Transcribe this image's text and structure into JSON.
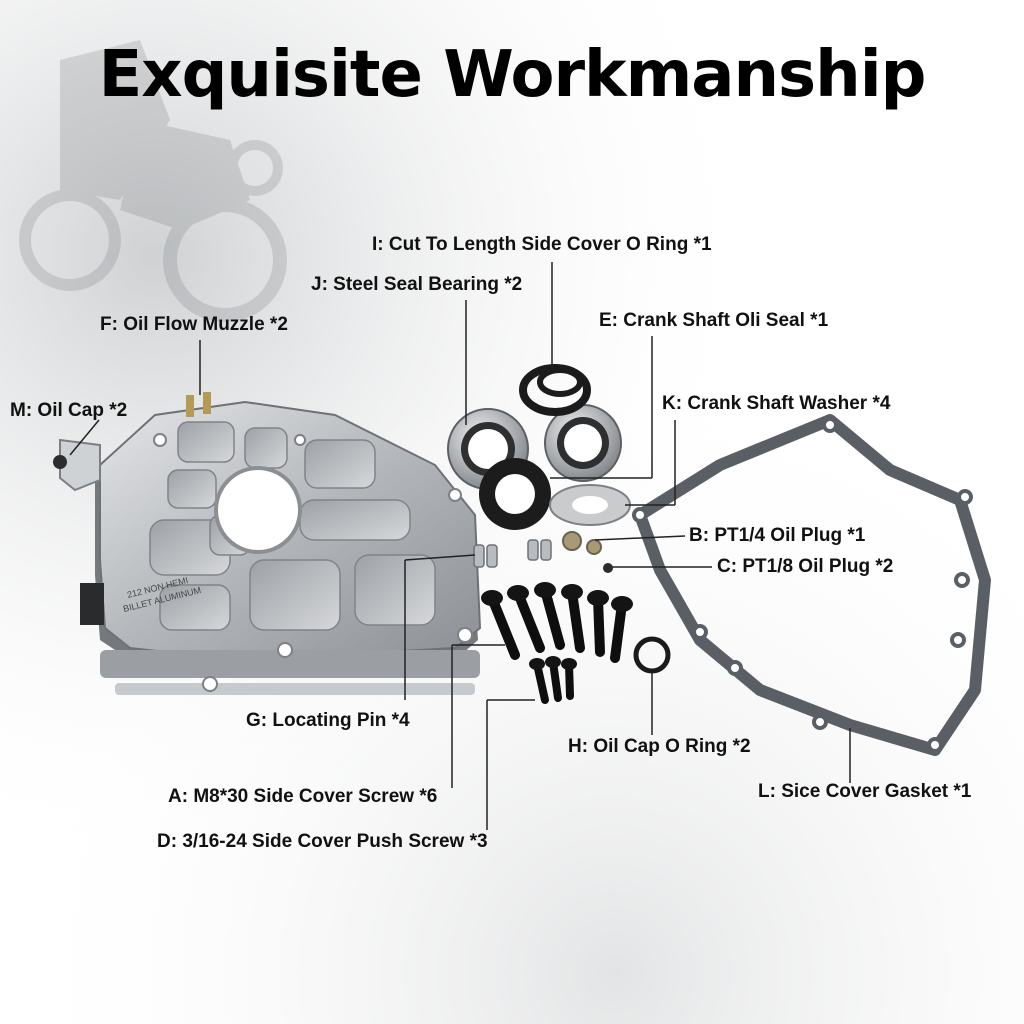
{
  "title": "Exquisite Workmanship",
  "engraving": {
    "line1": "212 NON HEMI",
    "line2": "BILLET ALUMINUM"
  },
  "labels": {
    "i": "I: Cut To Length Side Cover O Ring *1",
    "j": "J: Steel Seal Bearing *2",
    "f": "F: Oil Flow Muzzle *2",
    "e": "E: Crank Shaft Oli Seal *1",
    "m": "M: Oil Cap *2",
    "k": "K: Crank Shaft Washer *4",
    "b": "B: PT1/4 Oil Plug *1",
    "c": "C: PT1/8 Oil Plug *2",
    "g": "G: Locating Pin *4",
    "h": "H: Oil Cap O Ring *2",
    "a": "A: M8*30 Side Cover Screw *6",
    "l": "L: Sice Cover Gasket *1",
    "d": "D: 3/16-24 Side Cover Push Screw *3"
  },
  "colors": {
    "aluminum": "#b9bcc0",
    "gasket": "#5a5f66",
    "rubber": "#1c1c1c",
    "text": "#111111"
  }
}
